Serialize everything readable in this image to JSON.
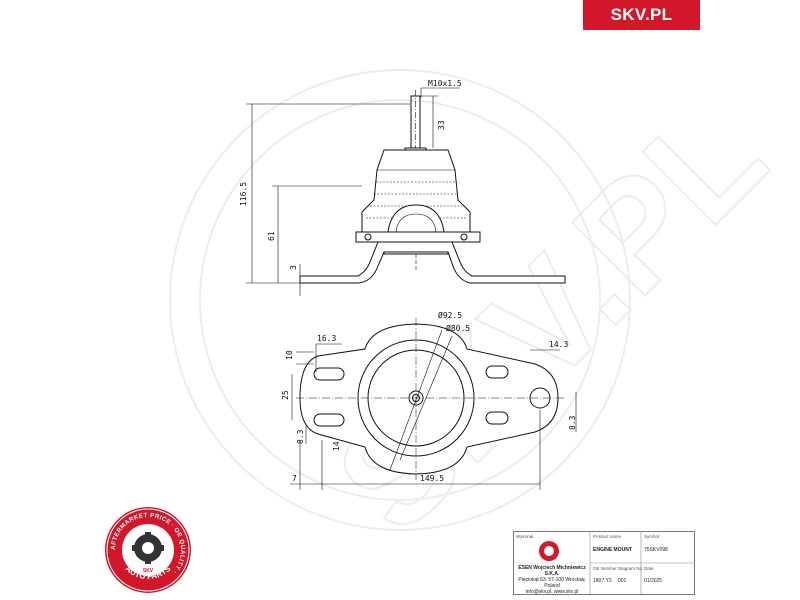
{
  "brand": {
    "logo_text": "SKV.PL",
    "color": "#d3172b"
  },
  "watermark": {
    "text": "SKV.PL"
  },
  "drawing": {
    "side_view": {
      "thread": "M10x1.5",
      "stud_height": "33",
      "total_height": "116.5",
      "body_height": "61",
      "flange_thickness": "3"
    },
    "top_view": {
      "outer_diameter": "Ø92.5",
      "inner_diameter": "Ø80.5",
      "hole_offset": "16.3",
      "slot_height": "10",
      "slot_spacing": "25",
      "left_hole": "8.3",
      "left_distance": "14",
      "edge_offset": "7",
      "total_length": "149.5",
      "right_tab": "14.3",
      "right_hole": "8.3"
    }
  },
  "badge": {
    "ring_text": "AFTERMARKET PRICE · OE QUALITY ·",
    "bottom_text": "AUTO PARTS",
    "center_text": "SKV"
  },
  "title_block": {
    "labels": {
      "company": "Wykonał",
      "product_name": "Product name",
      "symbol": "Symbol",
      "oe_number": "OE Number",
      "diagram_no": "Diagram No.",
      "date": "Date"
    },
    "company_lines": [
      "ESEN Wojciech Michniewicz S.K.A.",
      "Pięciokąt 63, 57-100 Wrocław, Poland",
      "info@skv.pl, www.skv.pl"
    ],
    "product_name": "ENGINE MOUNT",
    "symbol": "75SKV098",
    "oe_number": "1807.Y3",
    "diagram_no": "001",
    "date": "01/2025"
  }
}
